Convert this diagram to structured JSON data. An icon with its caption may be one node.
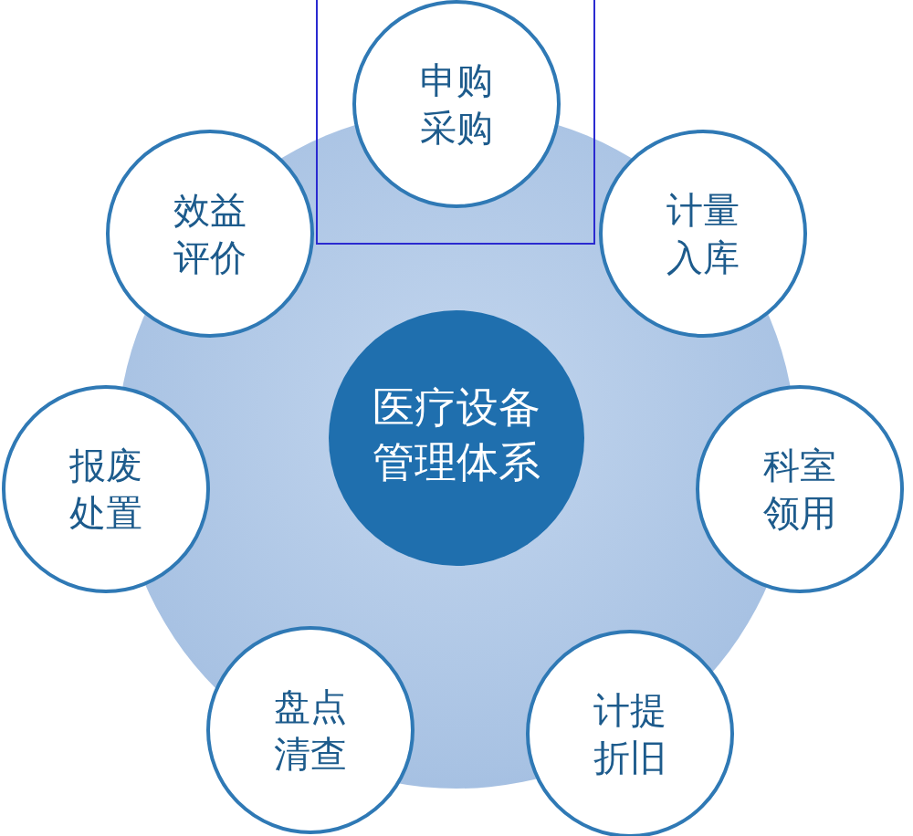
{
  "diagram": {
    "nodes": [
      {
        "text": [
          "医疗设备管理体系"
        ]
      },
      {
        "text": [
          "申购采购"
        ]
      },
      {
        "text": [
          "计量入库"
        ]
      },
      {
        "text": [
          "科室领用"
        ]
      },
      {
        "text": [
          "计提折旧"
        ]
      },
      {
        "text": [
          "盘点清查"
        ]
      },
      {
        "text": [
          "报废处置"
        ]
      },
      {
        "text": [
          "效益评价"
        ]
      }
    ]
  }
}
